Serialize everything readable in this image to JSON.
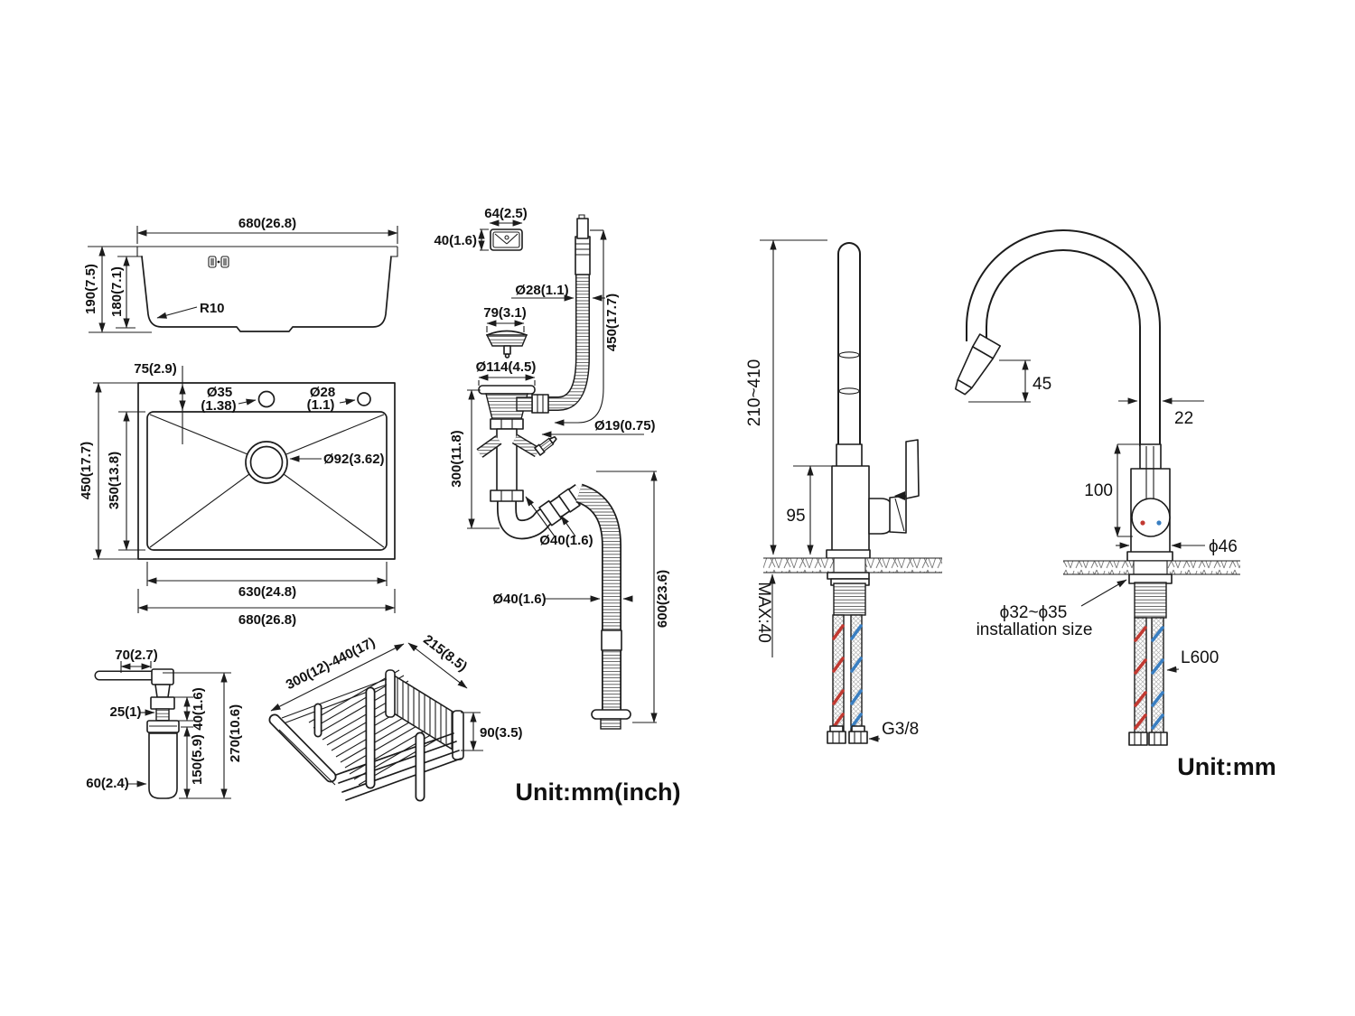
{
  "colors": {
    "hot_water": "#c23a32",
    "cold_water": "#3a7fc2",
    "line": "#1c1c1c"
  },
  "units": {
    "left": "Unit:mm(inch)",
    "right": "Unit:mm"
  },
  "sink_side": {
    "overall_width": "680(26.8)",
    "overall_height": "190(7.5)",
    "bowl_depth": "180(7.1)",
    "corner_radius": "R10"
  },
  "sink_top": {
    "deck_offset": "75(2.9)",
    "faucet_hole": "Ø35",
    "faucet_hole_in": "(1.38)",
    "soap_hole": "Ø28",
    "soap_hole_in": "(1.1)",
    "drain_hole": "Ø92(3.62)",
    "overall_depth": "450(17.7)",
    "bowl_depth": "350(13.8)",
    "bowl_width": "630(24.8)",
    "overall_width": "680(26.8)"
  },
  "dispenser": {
    "spout": "70(2.7)",
    "neck": "25(1)",
    "collar": "40(1.6)",
    "bottle_height": "150(5.9)",
    "overall_height": "270(10.6)",
    "bottle_dia": "60(2.4)"
  },
  "basket": {
    "length": "300(12)-440(17)",
    "width": "215(8.5)",
    "height": "90(3.5)"
  },
  "drain": {
    "overflow_width": "64(2.5)",
    "overflow_height": "40(1.6)",
    "overflow_hose_dia": "Ø28(1.1)",
    "overflow_hose_len": "450(17.7)",
    "basket_dia": "79(3.1)",
    "flange_dia": "Ø114(4.5)",
    "tailpiece": "300(11.8)",
    "nozzle_dia": "Ø19(0.75)",
    "trap_dia": "Ø40(1.6)",
    "outlet_dia": "Ø40(1.6)",
    "outlet_len": "600(23.6)"
  },
  "faucet_side": {
    "height_range": "210~410",
    "body_height": "95",
    "deck_max": "MAX:40",
    "thread": "G3/8"
  },
  "faucet_front": {
    "head_len": "45",
    "tube_dia": "22",
    "body_height": "100",
    "base_dia": "ϕ46",
    "install_l1": "ϕ32~ϕ35",
    "install_l2": "installation size",
    "hose_len": "L600"
  }
}
